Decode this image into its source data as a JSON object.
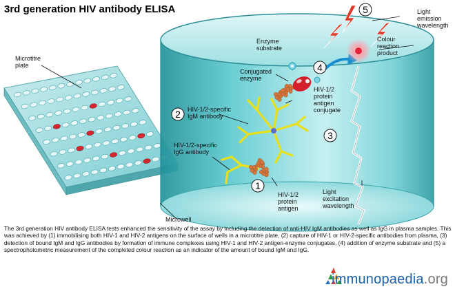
{
  "title": "3rd generation HIV antibody ELISA",
  "labels": {
    "microtitre_plate": [
      "Microtitre",
      "plate"
    ],
    "microwell": "Microwell",
    "enzyme_substrate": [
      "Enzyme",
      "substrate"
    ],
    "conjugated_enzyme": [
      "Conjugated",
      "enzyme"
    ],
    "igm_antibody": [
      "HIV-1/2-specific",
      "IgM antibody"
    ],
    "igg_antibody": [
      "HIV-1/2-specific",
      "IgG antibody"
    ],
    "protein_antigen_conjugate": [
      "HIV-1/2",
      "protein",
      "antigen",
      "conjugate"
    ],
    "protein_antigen": [
      "HIV-1/2",
      "protein",
      "antigen"
    ],
    "light_emission": [
      "Light",
      "emission",
      "wavelength"
    ],
    "colour_reaction": [
      "Colour",
      "reaction",
      "product"
    ],
    "light_excitation": [
      "Light",
      "excitation",
      "wavelength"
    ]
  },
  "steps": [
    "1",
    "2",
    "3",
    "4",
    "5"
  ],
  "caption": "The 3rd generation HIV antibody ELISA tests enhanced the sensitivity of the assay by including the detection of anti-HIV IgM antibodies as well as IgG in plasma samples. This was achieved by (1) immobilising both HIV-1 and HIV-2 antigens on the surface of wells in a microtitre plate, (2) capture of HIV-1 or HIV-2-specific antibodies from plasma, (3) detection of bound IgM and IgG antibodies by formation of immune complexes using HIV-1 and HIV-2 antigen-enzyme conjugates, (4) addition of enzyme substrate and (5) a spectrophotometric measurement of the completed colour reaction as  an indicator of the amount of bound IgM and IgG.",
  "logo": {
    "part1": "immuno",
    "part2": "paedia",
    "part3": ".org"
  },
  "colors": {
    "well": "#40b7bd",
    "antibody": "#e8e01a",
    "antigen": "#d5763d",
    "enzyme": "#d4202a",
    "lightning": "#e03a2a"
  }
}
